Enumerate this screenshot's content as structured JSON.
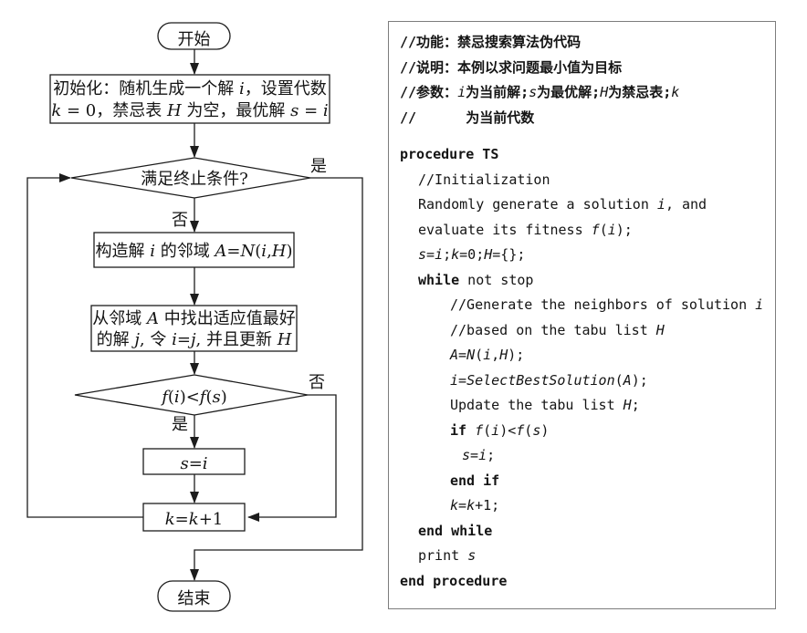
{
  "flowchart": {
    "start": {
      "label": "开始"
    },
    "end": {
      "label": "结束"
    },
    "init": {
      "line1": [
        {
          "t": "初始化：随机生成一个解 "
        },
        {
          "t": "i",
          "i": true
        },
        {
          "t": "，设置代数"
        }
      ],
      "line2": [
        {
          "t": "k",
          "i": true
        },
        {
          "t": " = 0，禁忌表 "
        },
        {
          "t": "H",
          "i": true
        },
        {
          "t": " 为空，最优解 "
        },
        {
          "t": "s",
          "i": true
        },
        {
          "t": " = "
        },
        {
          "t": "i",
          "i": true
        }
      ]
    },
    "cond1": {
      "segments": [
        {
          "t": "满足终止条件?"
        }
      ],
      "yes": "是",
      "no": "否"
    },
    "proc1": {
      "segments": [
        {
          "t": "构造解 "
        },
        {
          "t": "i",
          "i": true
        },
        {
          "t": " 的邻域 "
        },
        {
          "t": "A",
          "i": true
        },
        {
          "t": "="
        },
        {
          "t": "N",
          "i": true
        },
        {
          "t": "("
        },
        {
          "t": "i",
          "i": true
        },
        {
          "t": ","
        },
        {
          "t": "H",
          "i": true
        },
        {
          "t": ")"
        }
      ]
    },
    "proc2": {
      "line1": [
        {
          "t": "从邻域 "
        },
        {
          "t": "A",
          "i": true
        },
        {
          "t": " 中找出适应值最好"
        }
      ],
      "line2": [
        {
          "t": "的解 "
        },
        {
          "t": "j",
          "i": true
        },
        {
          "t": ", 令 "
        },
        {
          "t": "i",
          "i": true
        },
        {
          "t": "="
        },
        {
          "t": "j",
          "i": true
        },
        {
          "t": ", 并且更新 "
        },
        {
          "t": "H",
          "i": true
        }
      ]
    },
    "cond2": {
      "segments": [
        {
          "t": "f",
          "i": true
        },
        {
          "t": "("
        },
        {
          "t": "i",
          "i": true
        },
        {
          "t": ")<"
        },
        {
          "t": "f",
          "i": true
        },
        {
          "t": "("
        },
        {
          "t": "s",
          "i": true
        },
        {
          "t": ")"
        }
      ],
      "yes": "是",
      "no": "否"
    },
    "sbox": {
      "segments": [
        {
          "t": "s",
          "i": true
        },
        {
          "t": "="
        },
        {
          "t": "i",
          "i": true
        }
      ]
    },
    "kbox": {
      "segments": [
        {
          "t": "k",
          "i": true
        },
        {
          "t": "="
        },
        {
          "t": "k",
          "i": true
        },
        {
          "t": "+1"
        }
      ]
    }
  },
  "pseudocode": {
    "lines": [
      {
        "indent": 0,
        "segments": [
          {
            "t": "//功能：禁忌搜索算法伪代码",
            "b": true
          }
        ]
      },
      {
        "indent": 0,
        "segments": [
          {
            "t": "//说明：本例以求问题最小值为目标",
            "b": true
          }
        ]
      },
      {
        "indent": 0,
        "segments": [
          {
            "t": "//参数：",
            "b": true
          },
          {
            "t": "i",
            "i": true
          },
          {
            "t": "为当前解;",
            "b": true
          },
          {
            "t": "s",
            "i": true
          },
          {
            "t": "为最优解;",
            "b": true
          },
          {
            "t": "H",
            "i": true
          },
          {
            "t": "为禁忌表;",
            "b": true
          },
          {
            "t": "k",
            "i": true
          }
        ]
      },
      {
        "indent": 0,
        "segments": [
          {
            "t": "//      为当前代数",
            "b": true
          }
        ]
      },
      {
        "indent": 0,
        "gap": true,
        "segments": [
          {
            "t": "procedure TS",
            "b": true
          }
        ]
      },
      {
        "indent": 20,
        "segments": [
          {
            "t": "//Initialization"
          }
        ]
      },
      {
        "indent": 20,
        "segments": [
          {
            "t": "Randomly generate a solution "
          },
          {
            "t": "i",
            "i": true
          },
          {
            "t": ", and"
          }
        ]
      },
      {
        "indent": 20,
        "segments": [
          {
            "t": "evaluate its fitness "
          },
          {
            "t": "f",
            "i": true
          },
          {
            "t": "("
          },
          {
            "t": "i",
            "i": true
          },
          {
            "t": ");"
          }
        ]
      },
      {
        "indent": 20,
        "segments": [
          {
            "t": "s",
            "i": true
          },
          {
            "t": "="
          },
          {
            "t": "i",
            "i": true
          },
          {
            "t": ";"
          },
          {
            "t": "k",
            "i": true
          },
          {
            "t": "=0;"
          },
          {
            "t": "H",
            "i": true
          },
          {
            "t": "={};"
          }
        ]
      },
      {
        "indent": 20,
        "segments": [
          {
            "t": "while",
            "b": true
          },
          {
            "t": " not stop"
          }
        ]
      },
      {
        "indent": 55,
        "segments": [
          {
            "t": "//Generate the neighbors of solution "
          },
          {
            "t": "i",
            "i": true
          }
        ]
      },
      {
        "indent": 55,
        "segments": [
          {
            "t": "//based on the tabu list "
          },
          {
            "t": "H",
            "i": true
          }
        ]
      },
      {
        "indent": 55,
        "segments": [
          {
            "t": "A",
            "i": true
          },
          {
            "t": "="
          },
          {
            "t": "N",
            "i": true
          },
          {
            "t": "("
          },
          {
            "t": "i",
            "i": true
          },
          {
            "t": ","
          },
          {
            "t": "H",
            "i": true
          },
          {
            "t": ");"
          }
        ]
      },
      {
        "indent": 55,
        "segments": [
          {
            "t": "i",
            "i": true
          },
          {
            "t": "="
          },
          {
            "t": "SelectBestSolution",
            "i": true
          },
          {
            "t": "("
          },
          {
            "t": "A",
            "i": true
          },
          {
            "t": ");"
          }
        ]
      },
      {
        "indent": 55,
        "segments": [
          {
            "t": "Update the tabu list "
          },
          {
            "t": "H",
            "i": true
          },
          {
            "t": ";"
          }
        ]
      },
      {
        "indent": 55,
        "segments": [
          {
            "t": "if",
            "b": true
          },
          {
            "t": " "
          },
          {
            "t": "f",
            "i": true
          },
          {
            "t": "("
          },
          {
            "t": "i",
            "i": true
          },
          {
            "t": ")<"
          },
          {
            "t": "f",
            "i": true
          },
          {
            "t": "("
          },
          {
            "t": "s",
            "i": true
          },
          {
            "t": ")"
          }
        ]
      },
      {
        "indent": 68,
        "segments": [
          {
            "t": "s",
            "i": true
          },
          {
            "t": "="
          },
          {
            "t": "i",
            "i": true
          },
          {
            "t": ";"
          }
        ]
      },
      {
        "indent": 55,
        "segments": [
          {
            "t": "end if",
            "b": true
          }
        ]
      },
      {
        "indent": 55,
        "segments": [
          {
            "t": "k",
            "i": true
          },
          {
            "t": "="
          },
          {
            "t": "k",
            "i": true
          },
          {
            "t": "+1;"
          }
        ]
      },
      {
        "indent": 20,
        "segments": [
          {
            "t": "end while",
            "b": true
          }
        ]
      },
      {
        "indent": 20,
        "segments": [
          {
            "t": "print "
          },
          {
            "t": "s",
            "i": true
          }
        ]
      },
      {
        "indent": 0,
        "segments": [
          {
            "t": "end procedure",
            "b": true
          }
        ]
      }
    ]
  }
}
